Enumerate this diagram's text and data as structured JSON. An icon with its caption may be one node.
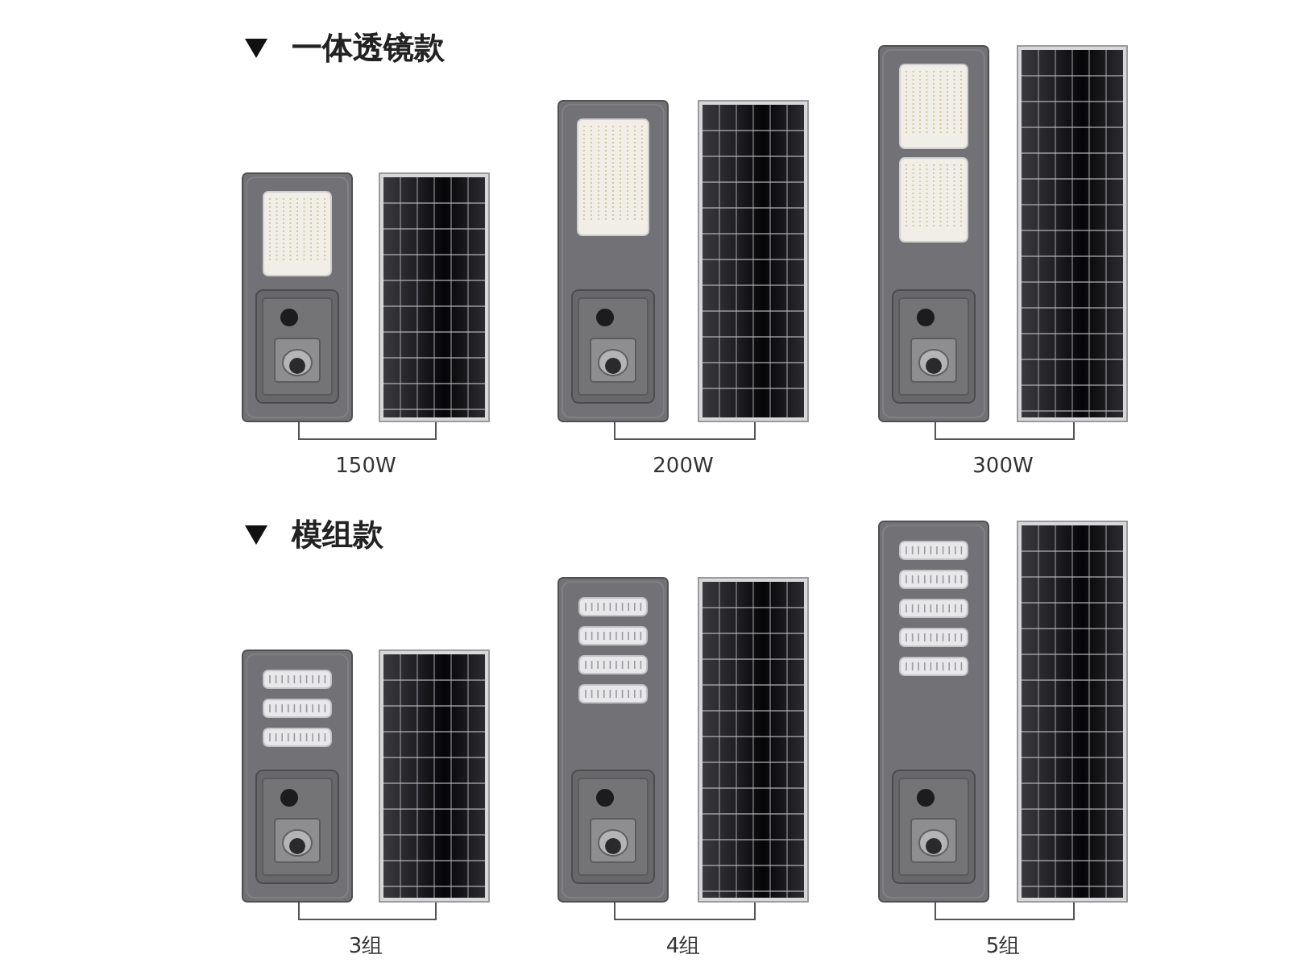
{
  "diagram": {
    "labels": [
      "一体透镜款",
      "150W",
      "200W",
      "300W",
      "模组款",
      "3组",
      "4组",
      "5组"
    ]
  }
}
